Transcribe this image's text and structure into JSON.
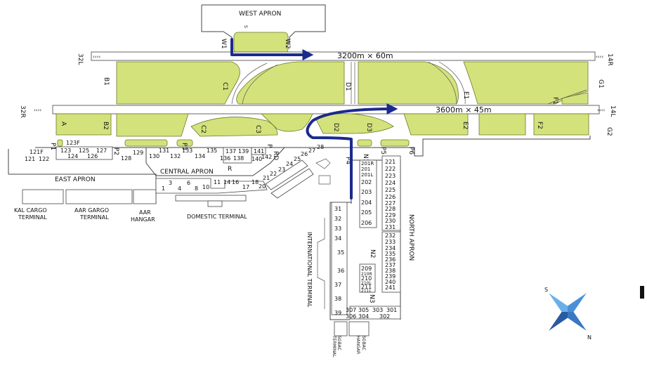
{
  "map": {
    "aprons": {
      "west": "WEST APRON",
      "east": "EAST APRON",
      "central": "CENTRAL APRON",
      "north": "NORTH APRON"
    },
    "buildings": {
      "domestic": "DOMESTIC TERMINAL",
      "international": "INTERNATIONAL TERMINAL",
      "kal_cargo": [
        "KAL CARGO",
        "TERMINAL"
      ],
      "aar_cargo": [
        "AAR GARGO",
        "TERMINAL"
      ],
      "aar_hangar": [
        "AAR",
        "HANGAR"
      ],
      "sgbac_terminal": [
        "SGBAC",
        "TERMINAL"
      ],
      "sgbac_hangar": [
        "SGBAC",
        "HANGAR"
      ]
    },
    "runways": {
      "north_ends": [
        "32L",
        "14R"
      ],
      "south_ends": [
        "32R",
        "14L"
      ],
      "north_dim": "3200m × 60m",
      "south_dim": "3600m × 45m"
    },
    "taxiways": {
      "W1": "W1",
      "W2": "W2",
      "S": "S",
      "B1": "B1",
      "C1": "C1",
      "D1": "D1",
      "E1": "E1",
      "F1": "F1",
      "G1": "G1",
      "A": "A",
      "B2": "B2",
      "C2": "C2",
      "C3": "C3",
      "D2": "D2",
      "D3": "D3",
      "E2": "E2",
      "F2": "F2",
      "G2": "G2",
      "P1": "P1",
      "P2": "P2",
      "P3": "P3",
      "P4": "P4",
      "P5": "P5",
      "P6": "P6",
      "R": "R",
      "RD": "RD",
      "N1": "N1",
      "N2": "N2",
      "N3": "N3",
      "P": "P"
    },
    "stands": {
      "east_top": [
        "123F",
        "123",
        "125",
        "127"
      ],
      "east_bottom": [
        "124",
        "126"
      ],
      "east_left": [
        "121F",
        "121",
        "122"
      ],
      "central_top": [
        "128",
        "129",
        "130",
        "131",
        "132",
        "133",
        "134",
        "135"
      ],
      "r_area": [
        "137",
        "139",
        "136",
        "138",
        "141",
        "140",
        "142"
      ],
      "domestic": [
        "1",
        "3",
        "4",
        "6",
        "8",
        "10",
        "11",
        "14",
        "16",
        "17",
        "18",
        "20"
      ],
      "diag": [
        "21",
        "22",
        "23",
        "24",
        "25",
        "26",
        "27",
        "28"
      ],
      "intl": [
        "31",
        "32",
        "33",
        "34",
        "35",
        "36",
        "37",
        "38",
        "39"
      ],
      "north_a": [
        "201R",
        "201",
        "201L",
        "202",
        "203",
        "204",
        "205",
        "206"
      ],
      "north_b": [
        "221",
        "222",
        "223",
        "224",
        "225",
        "226",
        "227",
        "228",
        "229",
        "230",
        "231"
      ],
      "north_c": [
        "232",
        "233",
        "234",
        "235",
        "236",
        "237",
        "238",
        "239",
        "240",
        "241"
      ],
      "north_d": [
        "209",
        "210R",
        "210",
        "210L",
        "211",
        "211L"
      ],
      "bottom": [
        "307",
        "306",
        "305",
        "304",
        "303",
        "302",
        "301"
      ]
    },
    "compass": {
      "n": "N",
      "s": "S"
    },
    "colors": {
      "grass": "#d4e27c",
      "route": "#1a2a8c",
      "compass": "#4a90d9"
    }
  }
}
